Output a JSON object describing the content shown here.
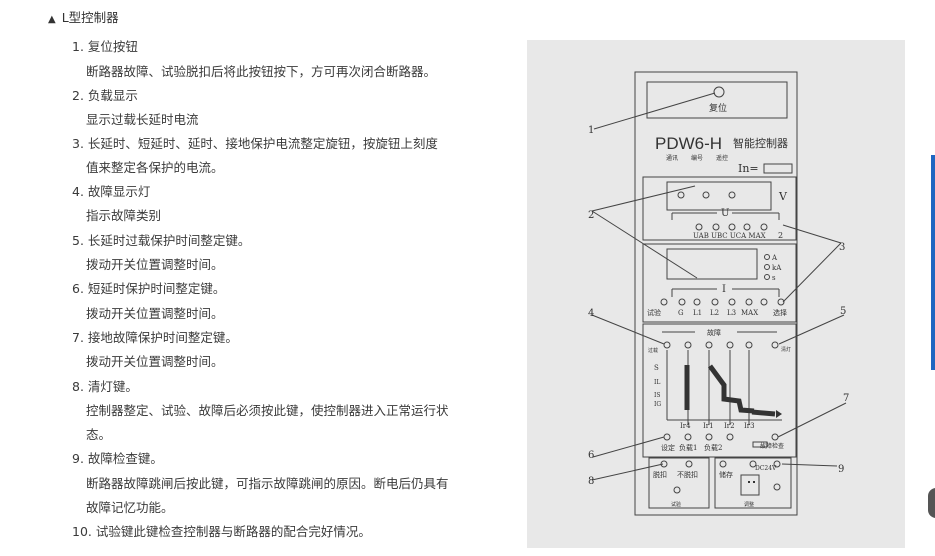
{
  "section_title": "L型控制器",
  "items": [
    {
      "heading": "1. 复位按钮",
      "lines": [
        "断路器故障、试验脱扣后将此按钮按下，方可再次闭合断路器。"
      ]
    },
    {
      "heading": "2. 负载显示",
      "lines": [
        "显示过载长延时电流"
      ]
    },
    {
      "heading": "3. 长延时、短延时、延时、接地保护电流整定旋钮，按旋钮上刻度",
      "lines": [
        "值来整定各保护的电流。"
      ],
      "cont": true
    },
    {
      "heading": "4. 故障显示灯",
      "lines": [
        "指示故障类别"
      ]
    },
    {
      "heading": "5. 长延时过载保护时间整定键。",
      "lines": [
        "拨动开关位置调整时间。"
      ]
    },
    {
      "heading": "6. 短延时保护时间整定键。",
      "lines": [
        "拨动开关位置调整时间。"
      ]
    },
    {
      "heading": "7. 接地故障保护时间整定键。",
      "lines": [
        "拨动开关位置调整时间。"
      ]
    },
    {
      "heading": "8. 清灯键。",
      "lines": [
        "控制器整定、试验、故障后必须按此键，使控制器进入正常运行状",
        "态。"
      ]
    },
    {
      "heading": "9. 故障检查键。",
      "lines": [
        "断路器故障跳闸后按此键，可指示故障跳闸的原因。断电后仍具有",
        "故障记忆功能。"
      ]
    },
    {
      "heading": "10. 试验键此键检查控制器与断路器的配合完好情况。",
      "lines": []
    }
  ],
  "diagram": {
    "reset_label": "复位",
    "model": "PDW6-H",
    "model_sub": "智能控制器",
    "comm_labels": [
      "通讯",
      "编号",
      "遥控"
    ],
    "in_label": "In=",
    "v_label": "V",
    "u_label": "U",
    "u_buttons": "UAB UBC UCA MAX",
    "u_num": "2",
    "units": [
      "A",
      "kA",
      "s"
    ],
    "i_label": "I",
    "i_buttons": [
      "试验",
      "G",
      "L1",
      "L2",
      "L3",
      "MAX",
      "选择"
    ],
    "fault_label": "故障",
    "clear_label": "清灯",
    "load_label": "过载",
    "curve_labels": [
      "S",
      "IL",
      "IS",
      "IG"
    ],
    "ir_labels": [
      "Ir4",
      "Ir1",
      "Ir2",
      "Ir3"
    ],
    "setting_labels": [
      "设定",
      "负载1",
      "负载2"
    ],
    "fault_check": "故障检查",
    "trip_labels": [
      "脱扣",
      "不脱扣"
    ],
    "test_label": "试验",
    "store_label": "储存",
    "dc_label": "DC24V",
    "adjust_label": "调整",
    "callouts": [
      "1",
      "2",
      "3",
      "4",
      "5",
      "6",
      "7",
      "8",
      "9"
    ]
  }
}
